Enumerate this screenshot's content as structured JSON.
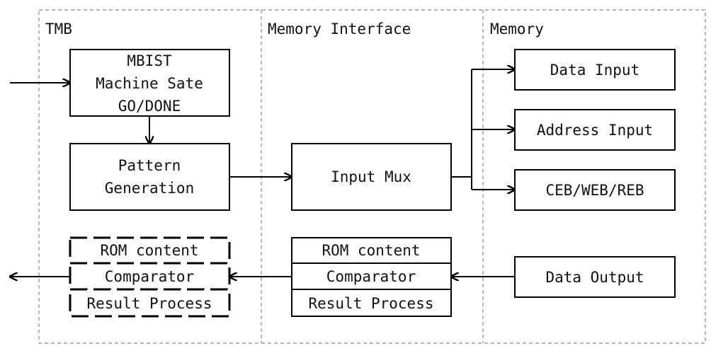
{
  "sections": {
    "tmb": "TMB",
    "memory_interface": "Memory Interface",
    "memory": "Memory"
  },
  "tmb": {
    "mbist_lines": [
      "MBIST",
      "Machine Sate",
      "GO/DONE"
    ],
    "pattern_lines": [
      "Pattern",
      "Generation"
    ],
    "stack": [
      "ROM content",
      "Comparator",
      "Result Process"
    ]
  },
  "memory_interface": {
    "input_mux": "Input Mux",
    "stack": [
      "ROM content",
      "Comparator",
      "Result Process"
    ]
  },
  "memory": {
    "data_input": "Data Input",
    "address_input": "Address Input",
    "control_input": "CEB/WEB/REB",
    "data_output": "Data Output"
  }
}
